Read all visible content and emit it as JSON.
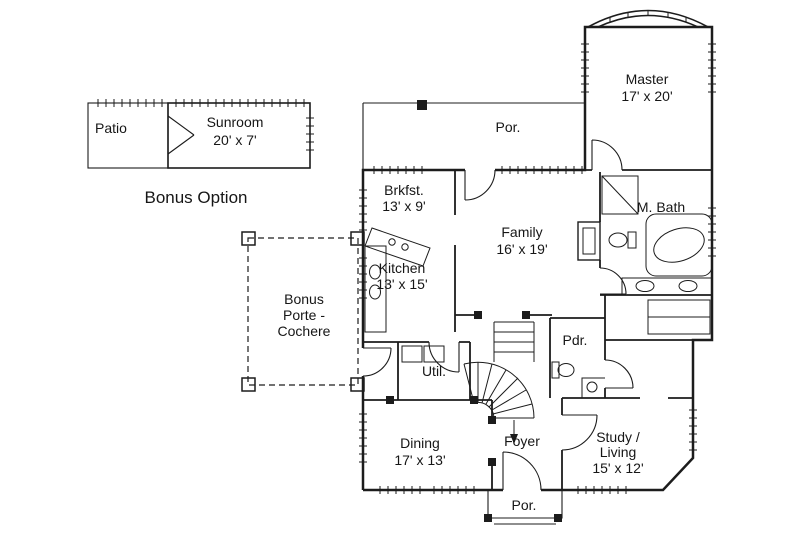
{
  "colors": {
    "background": "#ffffff",
    "line": "#1c1c1c",
    "text": "#161616"
  },
  "annotations": {
    "bonus_option": "Bonus Option"
  },
  "rooms": {
    "patio": {
      "name": "Patio"
    },
    "sunroom": {
      "name": "Sunroom",
      "dims": "20' x 7'"
    },
    "porch_top": {
      "name": "Por."
    },
    "master": {
      "name": "Master",
      "dims": "17' x 20'"
    },
    "master_bath": {
      "name": "M. Bath"
    },
    "breakfast": {
      "name": "Brkfst.",
      "dims": "13' x 9'"
    },
    "family": {
      "name": "Family",
      "dims": "16' x 19'"
    },
    "kitchen": {
      "name": "Kitchen",
      "dims": "13' x 15'"
    },
    "porte_cochere": {
      "line1": "Bonus",
      "line2": "Porte -",
      "line3": "Cochere"
    },
    "utility": {
      "name": "Util."
    },
    "powder": {
      "name": "Pdr."
    },
    "dining": {
      "name": "Dining",
      "dims": "17' x 13'"
    },
    "foyer": {
      "name": "Foyer"
    },
    "study": {
      "line1": "Study /",
      "line2": "Living",
      "line3": "15' x 12'"
    },
    "porch_bottom": {
      "name": "Por."
    }
  }
}
